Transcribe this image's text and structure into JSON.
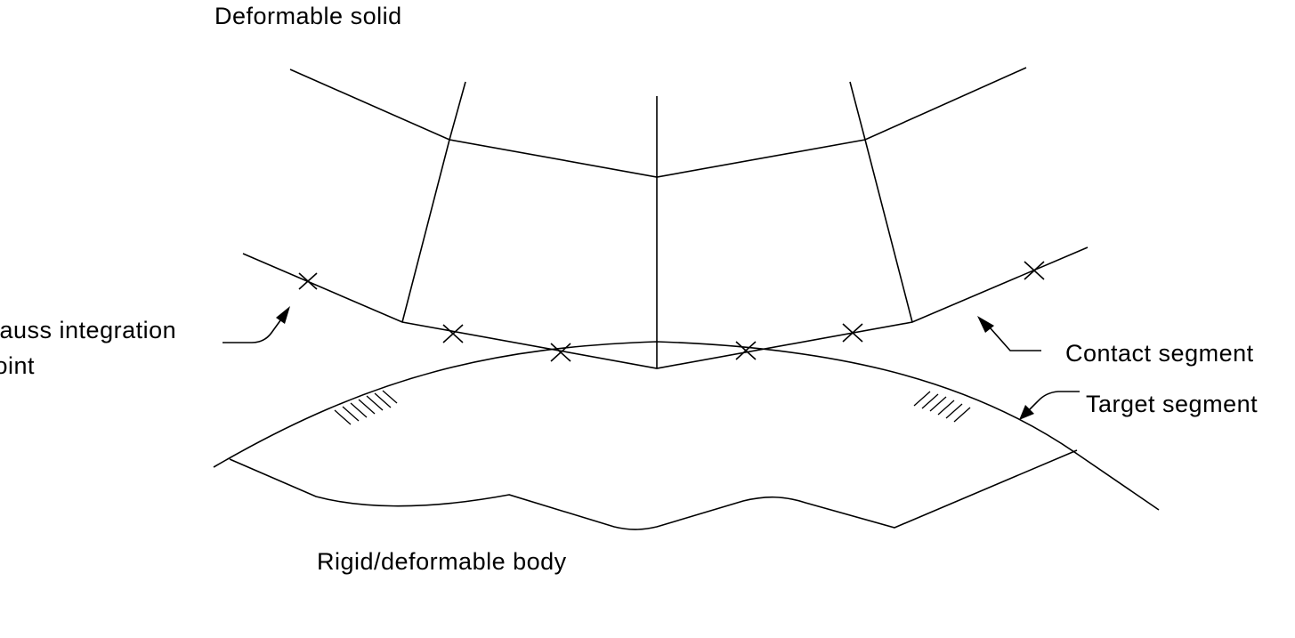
{
  "colors": {
    "background": "#ffffff",
    "line": "#000000",
    "text": "#000000"
  },
  "labels": {
    "deformable_solid": "Deformable solid",
    "gauss_line1": "Gauss integration",
    "gauss_line2": "point",
    "contact_segment": "Contact segment",
    "target_segment": "Target segment",
    "body": "Rigid/deformable  body"
  }
}
